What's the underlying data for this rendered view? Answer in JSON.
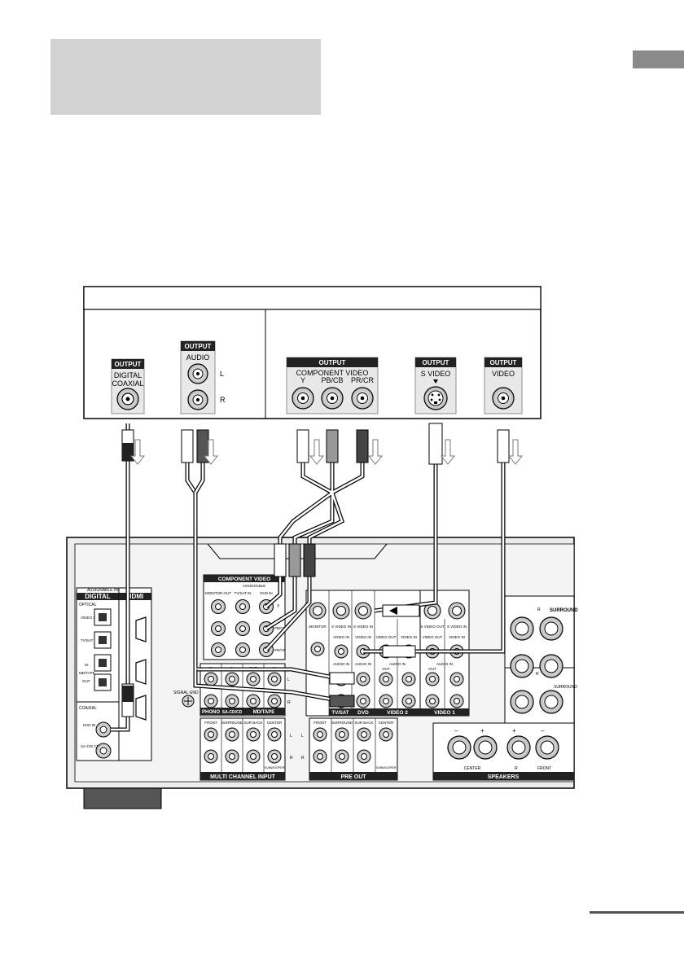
{
  "dvd_player": {
    "audio_output": {
      "digital": {
        "header": "OUTPUT",
        "line1": "DIGITAL",
        "line2": "COAXIAL"
      },
      "analog": {
        "header": "OUTPUT",
        "label": "AUDIO",
        "left": "L",
        "right": "R"
      }
    },
    "video_output": {
      "component": {
        "header": "OUTPUT",
        "label": "COMPONENT  VIDEO",
        "jacks": [
          "Y",
          "PB/CB",
          "PR/CR"
        ]
      },
      "s_video": {
        "header": "OUTPUT",
        "label": "S  VIDEO"
      },
      "video": {
        "header": "OUTPUT",
        "label": "VIDEO"
      }
    }
  },
  "receiver": {
    "digital": {
      "title": "DIGITAL",
      "assignable": "ASSIGNABLE INPUT",
      "optical": "OPTICAL",
      "video1_in": "VIDEO 1 IN",
      "tvsat_in": "TV/SAT IN",
      "mdtape_in": "IN",
      "mdtape": "MD/TAPE",
      "mdtape_out": "OUT",
      "coaxial": "COAXIAL",
      "dvd_in": "DVD IN",
      "sacd_in": "SA-CD/ CD IN"
    },
    "hdmi": {
      "title": "HDMI"
    },
    "component_video": {
      "title": "COMPONENT VIDEO",
      "assignable": "ASSIGNABLE",
      "columns": [
        "MONITOR OUT",
        "TV/SAT IN",
        "DVD IN"
      ],
      "rows": [
        "Y",
        "PB/CB",
        "PR/CR"
      ]
    },
    "signal_gnd": "SIGNAL GND",
    "audio_inputs": {
      "labels": [
        "PHONO",
        "SA-CD/CD",
        "MD/TAPE"
      ],
      "in": "IN",
      "out": "OUT",
      "l": "L",
      "r": "R"
    },
    "av": {
      "monitor": "MONITOR",
      "s_video_in": "S VIDEO IN",
      "s_video_out": "S VIDEO OUT",
      "video_in": "VIDEO IN",
      "video_out": "VIDEO OUT",
      "audio_in": "AUDIO IN",
      "out": "OUT",
      "sections": [
        "TV/SAT",
        "DVD",
        "VIDEO 2",
        "VIDEO 1"
      ]
    },
    "multi_channel": {
      "title": "MULTI CHANNEL INPUT",
      "columns": [
        "FRONT",
        "SURROUND",
        "SUR BACK",
        "CENTER"
      ],
      "sub": "SUBWOOFER"
    },
    "pre_out": {
      "title": "PRE OUT",
      "columns": [
        "FRONT",
        "SURROUND",
        "SUR BACK",
        "CENTER"
      ],
      "sub": "SUBWOOFER"
    },
    "speakers": {
      "title": "SPEAKERS",
      "center": "CENTER",
      "front": "FRONT",
      "surround": "SURROUND",
      "r": "R",
      "plus": "+",
      "minus": "–"
    }
  }
}
